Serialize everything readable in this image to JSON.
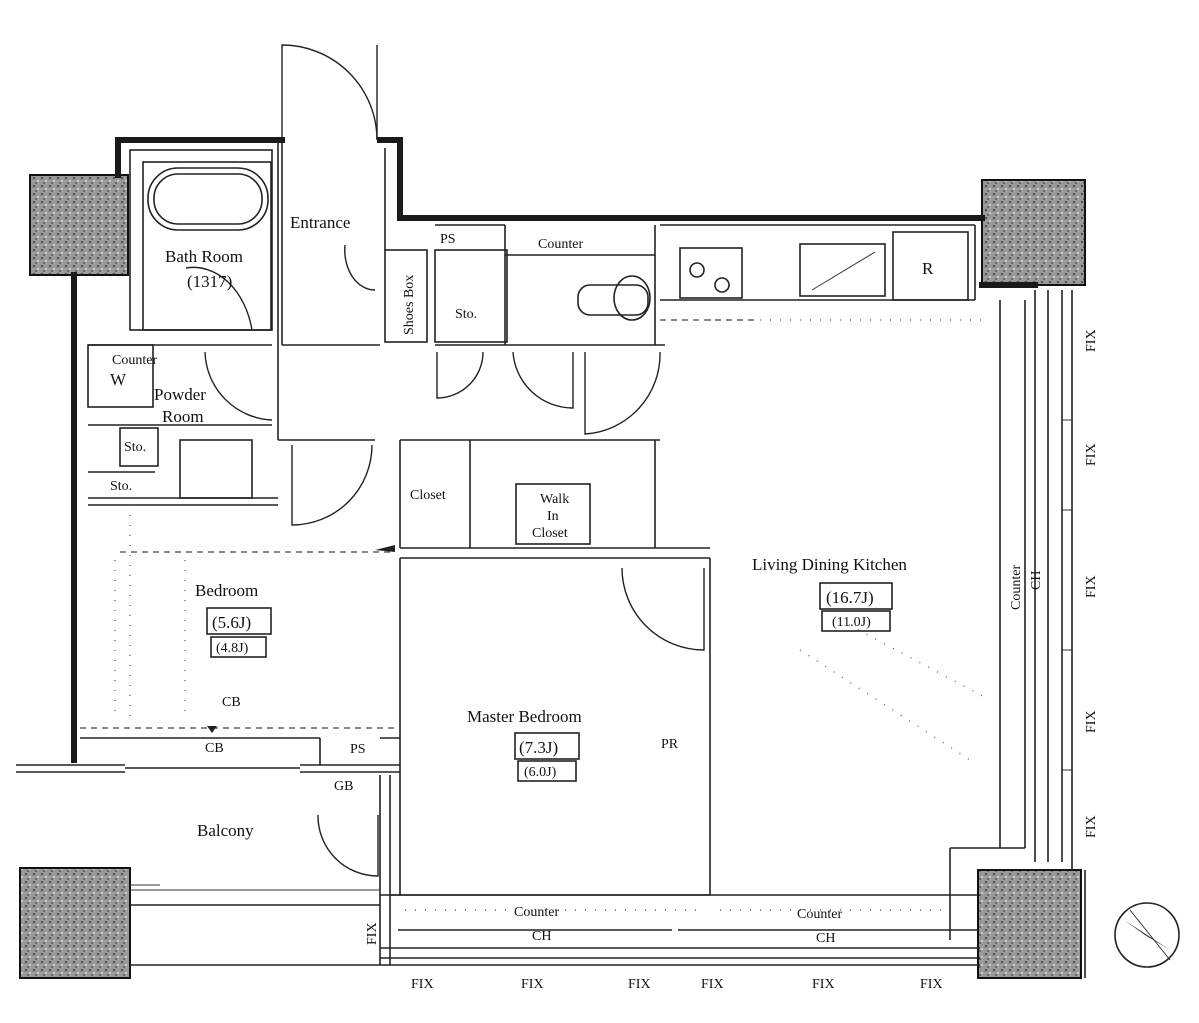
{
  "plan": {
    "rooms": {
      "entrance": "Entrance",
      "bath_room": "Bath Room",
      "bath_size": "(1317)",
      "counter_w": "Counter",
      "w": "W",
      "powder_room_1": "Powder",
      "powder_room_2": "Room",
      "sto_powder": "Sto.",
      "sto_lower": "Sto.",
      "shoes_box": "Shoes Box",
      "sto_hall": "Sto.",
      "ps_top": "PS",
      "counter_toilet": "Counter",
      "r": "R",
      "closet": "Closet",
      "wic_1": "Walk",
      "wic_2": "In",
      "wic_3": "Closet",
      "bedroom": "Bedroom",
      "bedroom_j": "(5.6J)",
      "bedroom_j2": "(4.8J)",
      "cb_top": "CB",
      "cb_bottom": "CB",
      "ps_bottom": "PS",
      "gb": "GB",
      "balcony": "Balcony",
      "master_bedroom": "Master Bedroom",
      "master_j": "(7.3J)",
      "master_j2": "(6.0J)",
      "pr": "PR",
      "ldk": "Living Dining Kitchen",
      "ldk_j": "(16.7J)",
      "ldk_j2": "(11.0J)",
      "counter_right": "Counter",
      "cn_right": "CH",
      "counter_bottom_1": "Counter",
      "cn_bottom_1": "CH",
      "counter_bottom_2": "Counter",
      "cn_bottom_2": "CH"
    },
    "fix": {
      "right_1": "FIX",
      "right_2": "FIX",
      "right_3": "FIX",
      "right_4": "FIX",
      "right_5": "FIX",
      "left": "FIX",
      "bottom_1": "FIX",
      "bottom_2": "FIX",
      "bottom_3": "FIX",
      "bottom_4": "FIX",
      "bottom_5": "FIX",
      "bottom_6": "FIX"
    }
  }
}
